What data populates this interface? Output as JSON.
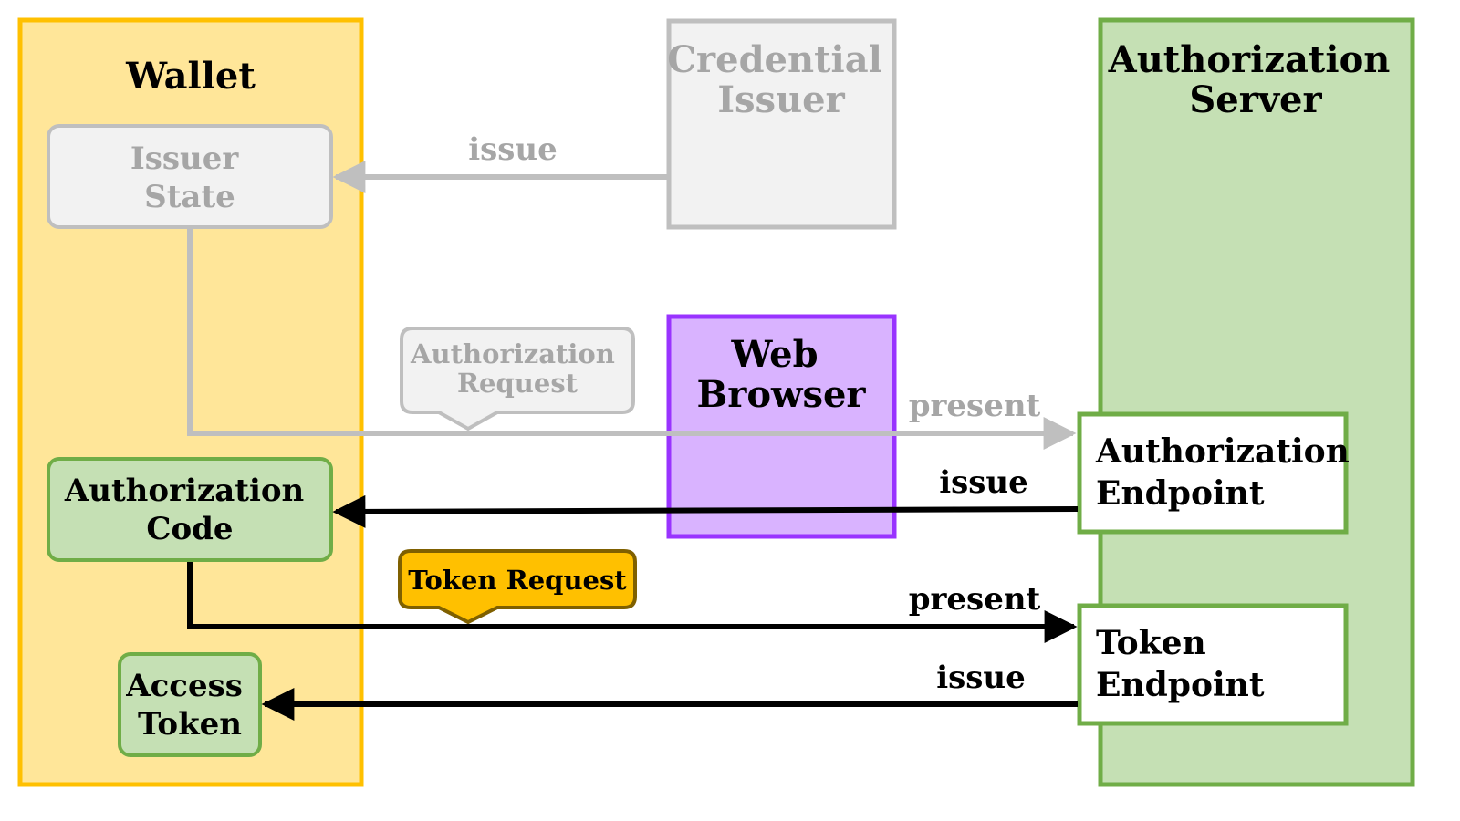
{
  "wallet": {
    "title": "Wallet",
    "issuer_state": [
      "Issuer",
      "State"
    ],
    "authorization_code": [
      "Authorization",
      "Code"
    ],
    "access_token": [
      "Access",
      "Token"
    ]
  },
  "credential_issuer": {
    "title": [
      "Credential",
      "Issuer"
    ]
  },
  "web_browser": {
    "title": [
      "Web",
      "Browser"
    ]
  },
  "authorization_server": {
    "title": [
      "Authorization",
      "Server"
    ],
    "authorization_endpoint": [
      "Authorization",
      "Endpoint"
    ],
    "token_endpoint": [
      "Token",
      "Endpoint"
    ]
  },
  "callouts": {
    "authorization_request": [
      "Authorization",
      "Request"
    ],
    "token_request": "Token Request"
  },
  "arrows": {
    "issue_state": "issue",
    "present_auth_request": "present",
    "issue_code": "issue",
    "present_token_request": "present",
    "issue_token": "issue"
  },
  "colors": {
    "wallet_fill": "#FFE699",
    "wallet_border": "#FFC000",
    "server_fill": "#C5E0B4",
    "server_border": "#70AD47",
    "browser_fill": "#D9B3FF",
    "browser_border": "#9933FF",
    "gray_fill": "#F2F2F2",
    "gray_border": "#BFBFBF",
    "gray_text": "#A6A6A6",
    "token_request_fill": "#FFC000",
    "token_request_border": "#7F6000",
    "arrow_black": "#000000"
  }
}
